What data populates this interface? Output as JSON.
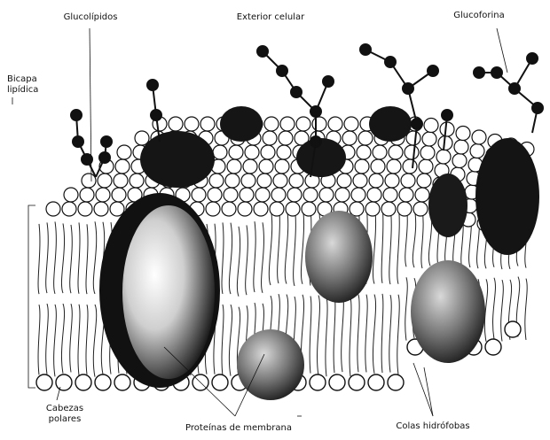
{
  "labels": {
    "glycolipids": "Glucolípidos",
    "cell_exterior": "Exterior celular",
    "glycophorin": "Glucoforina",
    "lipid_bilayer": "Bicapa lipídica",
    "polar_heads": "Cabezas polares",
    "membrane_proteins": "Proteínas de membrana",
    "hydrophobic_tails": "Colas hidrófobas"
  },
  "colors": {
    "ink": "#111111",
    "protein_dark": "#1a1a1a",
    "head_fill": "#ffffff",
    "background": "#ffffff"
  }
}
